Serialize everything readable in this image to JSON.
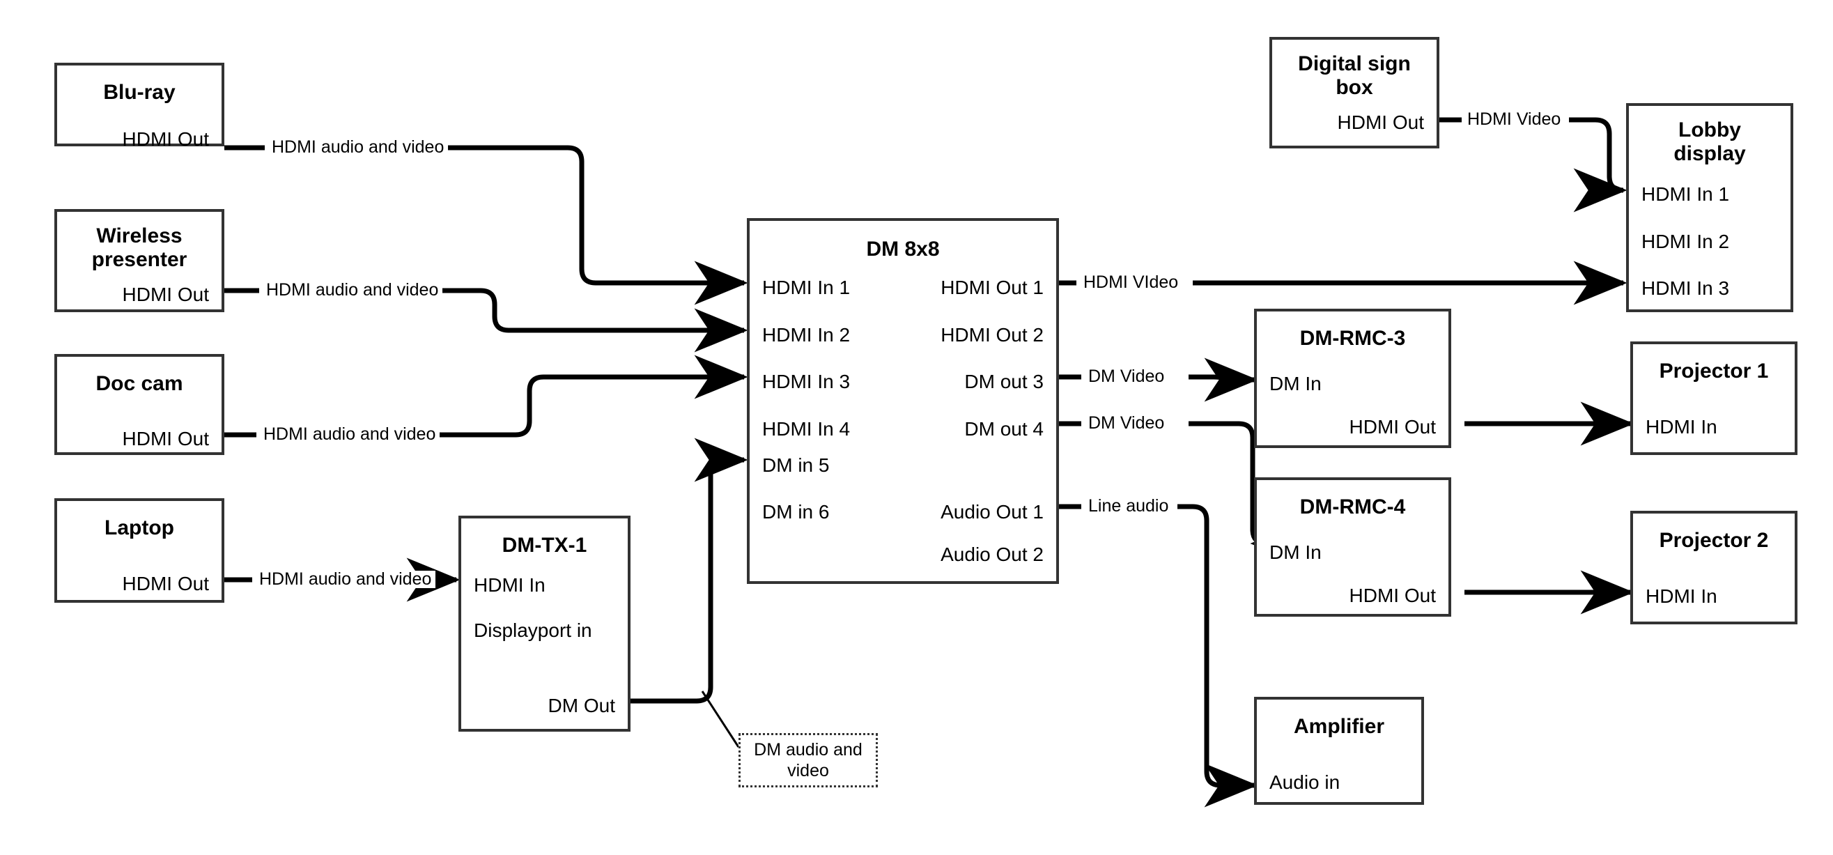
{
  "diagram": {
    "title": "AV signal flow diagram",
    "line_color": "#000000",
    "box_border_color": "#333333",
    "background": "#ffffff"
  },
  "nodes": {
    "bluray": {
      "title": "Blu-ray",
      "ports": {
        "out": "HDMI Out"
      }
    },
    "wireless": {
      "title": "Wireless\npresenter",
      "title_line1": "Wireless",
      "title_line2": "presenter",
      "ports": {
        "out": "HDMI Out"
      }
    },
    "doccam": {
      "title": "Doc cam",
      "ports": {
        "out": "HDMI Out"
      }
    },
    "laptop": {
      "title": "Laptop",
      "ports": {
        "out": "HDMI Out"
      }
    },
    "dmtx1": {
      "title": "DM-TX-1",
      "ports": {
        "in_hdmi": "HDMI In",
        "in_dp": "Displayport in",
        "out_dm": "DM Out"
      }
    },
    "dm8x8": {
      "title": "DM 8x8",
      "inputs": [
        "HDMI In 1",
        "HDMI In 2",
        "HDMI In 3",
        "HDMI In 4",
        "DM in 5",
        "DM in 6"
      ],
      "outputs": [
        "HDMI Out 1",
        "HDMI Out 2",
        "DM out 3",
        "DM out 4",
        "Audio Out 1",
        "Audio Out 2"
      ]
    },
    "signbox": {
      "title_line1": "Digital sign",
      "title_line2": "box",
      "ports": {
        "out": "HDMI Out"
      }
    },
    "lobby": {
      "title_line1": "Lobby",
      "title_line2": "display",
      "inputs": [
        "HDMI In 1",
        "HDMI In 2",
        "HDMI In 3"
      ]
    },
    "dmrmc3": {
      "title": "DM-RMC-3",
      "ports": {
        "in": "DM In",
        "out": "HDMI Out"
      }
    },
    "dmrmc4": {
      "title": "DM-RMC-4",
      "ports": {
        "in": "DM In",
        "out": "HDMI Out"
      }
    },
    "projector1": {
      "title": "Projector 1",
      "ports": {
        "in": "HDMI In"
      }
    },
    "projector2": {
      "title": "Projector 2",
      "ports": {
        "in": "HDMI In"
      }
    },
    "amplifier": {
      "title": "Amplifier",
      "ports": {
        "in": "Audio in"
      }
    }
  },
  "edges": {
    "bluray_to_in1": {
      "label": "HDMI audio and video"
    },
    "wireless_to_in2": {
      "label": "HDMI audio and video"
    },
    "doccam_to_in3": {
      "label": "HDMI audio and video"
    },
    "laptop_to_dmtx1": {
      "label": "HDMI audio and video"
    },
    "dmtx1_to_in5": {
      "label": "DM audio and video"
    },
    "hdmiout1_to_lobby3": {
      "label": "HDMI VIdeo"
    },
    "signbox_to_lobby1": {
      "label": "HDMI Video"
    },
    "dmout3_to_rmc3": {
      "label": "DM Video"
    },
    "dmout4_to_rmc4": {
      "label": "DM Video"
    },
    "audioout1_to_amp": {
      "label": "Line audio"
    }
  },
  "callout": {
    "line1": "DM audio and",
    "line2": "video"
  }
}
